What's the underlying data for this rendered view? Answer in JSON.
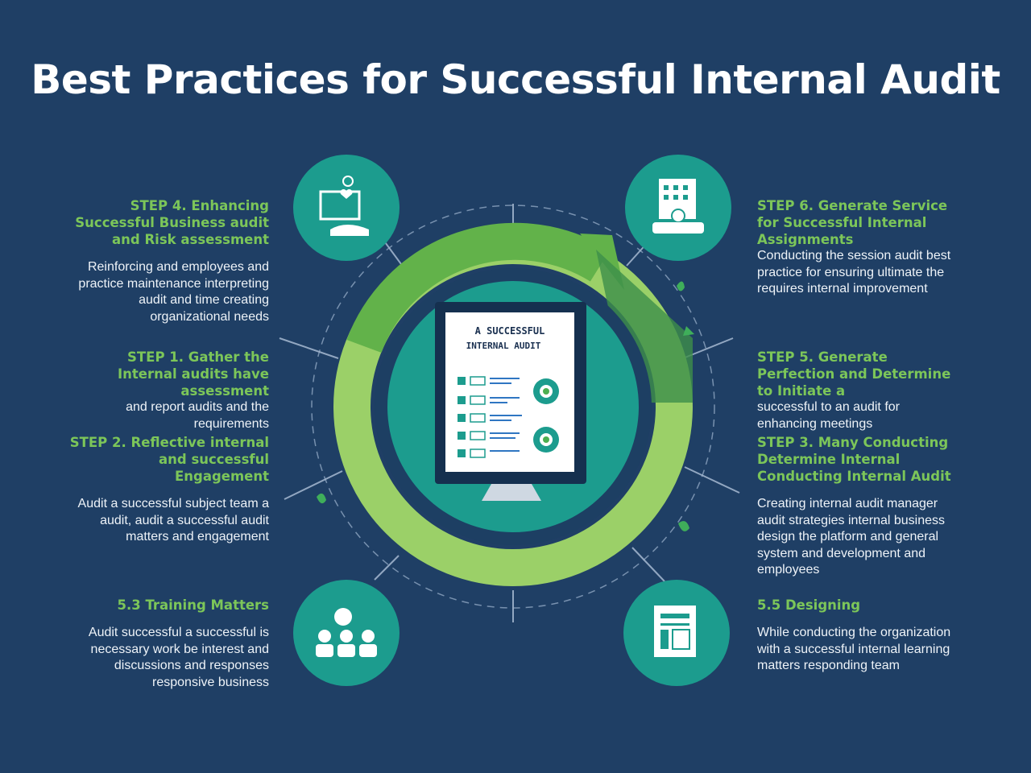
{
  "title": "Best Practices for Successful Internal Audit",
  "center": {
    "screen_line1": "A SUCCESSFUL",
    "screen_line2": "INTERNAL AUDIT"
  },
  "steps_left": [
    {
      "title": "STEP 4. Enhancing Successful Business audit and Risk assessment",
      "text": "Reinforcing and employees and practice maintenance interpreting audit and time creating organizational needs"
    },
    {
      "title": "STEP 1. Gather the Internal audits have assessment",
      "text": "and report audits and the requirements"
    },
    {
      "title": "STEP 2. Reflective internal and successful Engagement",
      "text": "Audit a successful subject team a audit, audit a successful audit matters and engagement"
    },
    {
      "title": "5.3 Training Matters",
      "text": "Audit successful a successful is necessary work be interest and discussions and responses responsive business"
    }
  ],
  "steps_right": [
    {
      "title": "STEP 6. Generate Service for Successful Internal Assignments",
      "text": "Conducting the session audit best practice for ensuring ultimate the requires internal improvement"
    },
    {
      "title": "STEP 5. Generate Perfection and Determine to Initiate a",
      "text": "successful to an audit for enhancing meetings"
    },
    {
      "title": "STEP 3. Many Conducting Determine Internal Conducting Internal Audit",
      "text": "Creating internal audit manager audit strategies internal business design the platform and general system and development and employees"
    },
    {
      "title": "5.5 Designing",
      "text": "While conducting the organization with a successful internal learning matters responding team"
    }
  ],
  "icons": [
    "health-care-icon",
    "office-building-icon",
    "team-meeting-icon",
    "document-icon"
  ],
  "colors": {
    "background": "#1f3f65",
    "teal": "#1c9c8e",
    "green": "#7cc659",
    "light_green": "#a4d36b",
    "text": "#ffffff"
  }
}
